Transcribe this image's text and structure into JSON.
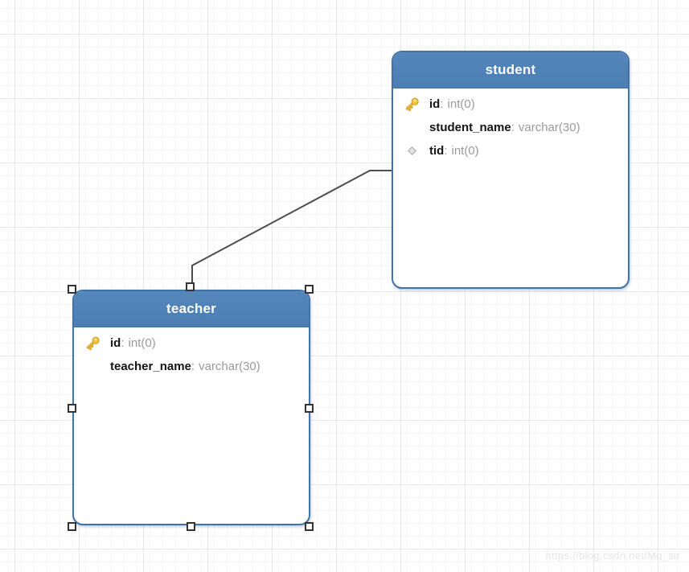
{
  "diagram": {
    "watermark": "https://blog.csdn.net/Mq_sir",
    "separator": ":",
    "tables": [
      {
        "name": "student",
        "selected": false,
        "columns": [
          {
            "icon": "primary-key",
            "name": "id",
            "type": "int(0)"
          },
          {
            "icon": "none",
            "name": "student_name",
            "type": "varchar(30)"
          },
          {
            "icon": "diamond",
            "name": "tid",
            "type": "int(0)"
          }
        ]
      },
      {
        "name": "teacher",
        "selected": true,
        "columns": [
          {
            "icon": "primary-key",
            "name": "id",
            "type": "int(0)"
          },
          {
            "icon": "none",
            "name": "teacher_name",
            "type": "varchar(30)"
          }
        ]
      }
    ],
    "relationship": {
      "from_table": "student",
      "to_table": "teacher"
    },
    "icons": {
      "primary-key": "key-icon",
      "diamond": "diamond-icon"
    }
  },
  "colors": {
    "table_header": "#4e81b5",
    "table_border": "#4173a8",
    "column_name_text": "#141414",
    "column_type_text": "#9a9a9a",
    "key_icon_fill": "#f5c645",
    "key_icon_stroke": "#d79a1e",
    "diamond_fill": "#e2e2e2",
    "connector_line": "#4d4d4d",
    "grid_minor": "#f4f4f4",
    "grid_major": "#e6e6e6",
    "watermark_text": "#e6e6e6"
  }
}
